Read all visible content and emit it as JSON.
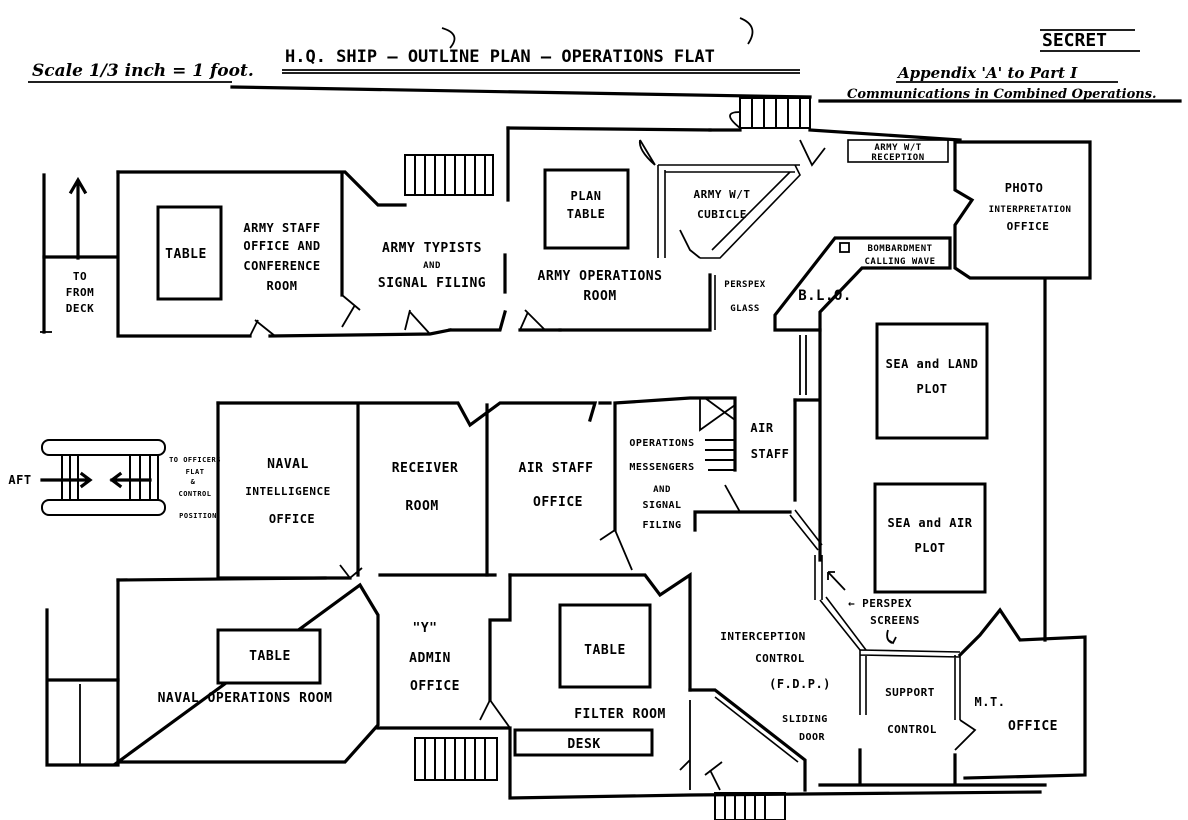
{
  "header": {
    "scale": "Scale 1/3 inch = 1 foot.",
    "title": "H.Q. SHIP — OUTLINE PLAN — OPERATIONS FLAT",
    "classification": "SECRET",
    "appendix": "Appendix 'A' to Part I",
    "reference": "Communications in Combined Operations."
  },
  "rooms": {
    "army_staff": [
      "ARMY STAFF",
      "OFFICE AND",
      "CONFERENCE",
      "ROOM"
    ],
    "army_staff_table": "TABLE",
    "army_typists": [
      "ARMY TYPISTS",
      "AND",
      "SIGNAL FILING"
    ],
    "army_ops": [
      "ARMY  OPERATIONS",
      "ROOM"
    ],
    "plan_table": [
      "PLAN",
      "TABLE"
    ],
    "army_wt_cubicle": [
      "ARMY W/T",
      "CUBICLE"
    ],
    "army_wt_reception": [
      "ARMY W/T",
      "RECEPTION"
    ],
    "photo_interp": [
      "PHOTO",
      "INTERPRETATION",
      "OFFICE"
    ],
    "bombardment": [
      "BOMBARDMENT",
      "CALLING WAVE"
    ],
    "perspex_glass": [
      "PERSPEX",
      "GLASS"
    ],
    "blo": "B.L.O.",
    "sea_land_plot": [
      "SEA and LAND",
      "PLOT"
    ],
    "sea_air_plot": [
      "SEA and AIR",
      "PLOT"
    ],
    "naval_intel": [
      "NAVAL",
      "INTELLIGENCE",
      "OFFICE"
    ],
    "receiver_room": [
      "RECEIVER",
      "ROOM"
    ],
    "air_staff_office": [
      "AIR STAFF",
      "OFFICE"
    ],
    "ops_messengers": [
      "OPERATIONS",
      "MESSENGERS",
      "AND",
      "SIGNAL",
      "FILING"
    ],
    "air_staff": [
      "AIR",
      "STAFF"
    ],
    "naval_ops": "NAVAL OPERATIONS  ROOM",
    "naval_ops_table": "TABLE",
    "y_admin": [
      "\"Y\"",
      "ADMIN",
      "OFFICE"
    ],
    "filter_room": "FILTER ROOM",
    "filter_table": "TABLE",
    "desk": "DESK",
    "interception": [
      "INTERCEPTION",
      "CONTROL",
      "(F.D.P.)"
    ],
    "sliding_door": [
      "SLIDING",
      "DOOR"
    ],
    "perspex_screens": [
      "← PERSPEX",
      "SCREENS"
    ],
    "support_control": [
      "SUPPORT",
      "CONTROL"
    ],
    "mt_office": [
      "M.T.",
      "OFFICE"
    ]
  },
  "annotations": {
    "to_from_deck": [
      "TO",
      "FROM",
      "DECK"
    ],
    "aft": "AFT",
    "to_officers_flat": [
      "TO OFFICERS",
      "FLAT",
      "&",
      "CONTROL",
      "POSITION"
    ]
  }
}
